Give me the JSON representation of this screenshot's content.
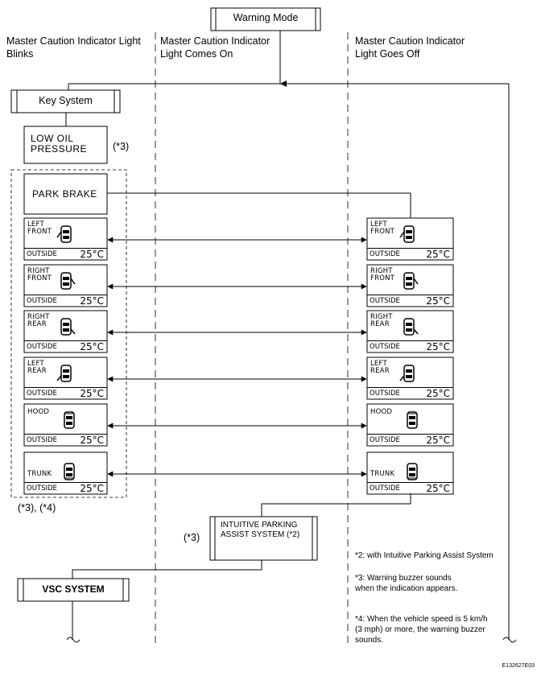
{
  "title": "Warning Mode",
  "columns": [
    "Master Caution Indicator Light Blinks",
    "Master Caution Indicator Light Comes On",
    "Master Caution Indicator Light Goes Off"
  ],
  "key_system": "Key System",
  "low_oil": [
    "LOW  OIL",
    "PRESSURE"
  ],
  "tag_3": "(*3)",
  "park_brake": "PARK  BRAKE",
  "displays": [
    {
      "label": [
        "LEFT",
        "FRONT"
      ],
      "outside": "OUTSIDE",
      "temp": "25°C"
    },
    {
      "label": [
        "RIGHT",
        "FRONT"
      ],
      "outside": "OUTSIDE",
      "temp": "25°C"
    },
    {
      "label": [
        "RIGHT",
        "REAR"
      ],
      "outside": "OUTSIDE",
      "temp": "25°C"
    },
    {
      "label": [
        "LEFT",
        "REAR"
      ],
      "outside": "OUTSIDE",
      "temp": "25°C"
    },
    {
      "label": [
        "HOOD"
      ],
      "outside": "OUTSIDE",
      "temp": "25°C"
    },
    {
      "label": [
        "TRUNK"
      ],
      "outside": "OUTSIDE",
      "temp": "25°C"
    }
  ],
  "tag_34": "(*3), (*4)",
  "intuitive": [
    "INTUITIVE PARKING",
    "ASSIST SYSTEM (*2)"
  ],
  "vsc": "VSC SYSTEM",
  "notes": [
    "*2: with Intuitive Parking Assist System",
    "*3: Warning buzzer sounds\nwhen the indication appears.",
    "*4: When the vehicle speed is 5 km/h\n(3 mph) or more, the warning buzzer\nsounds."
  ],
  "code": "E132627E03"
}
